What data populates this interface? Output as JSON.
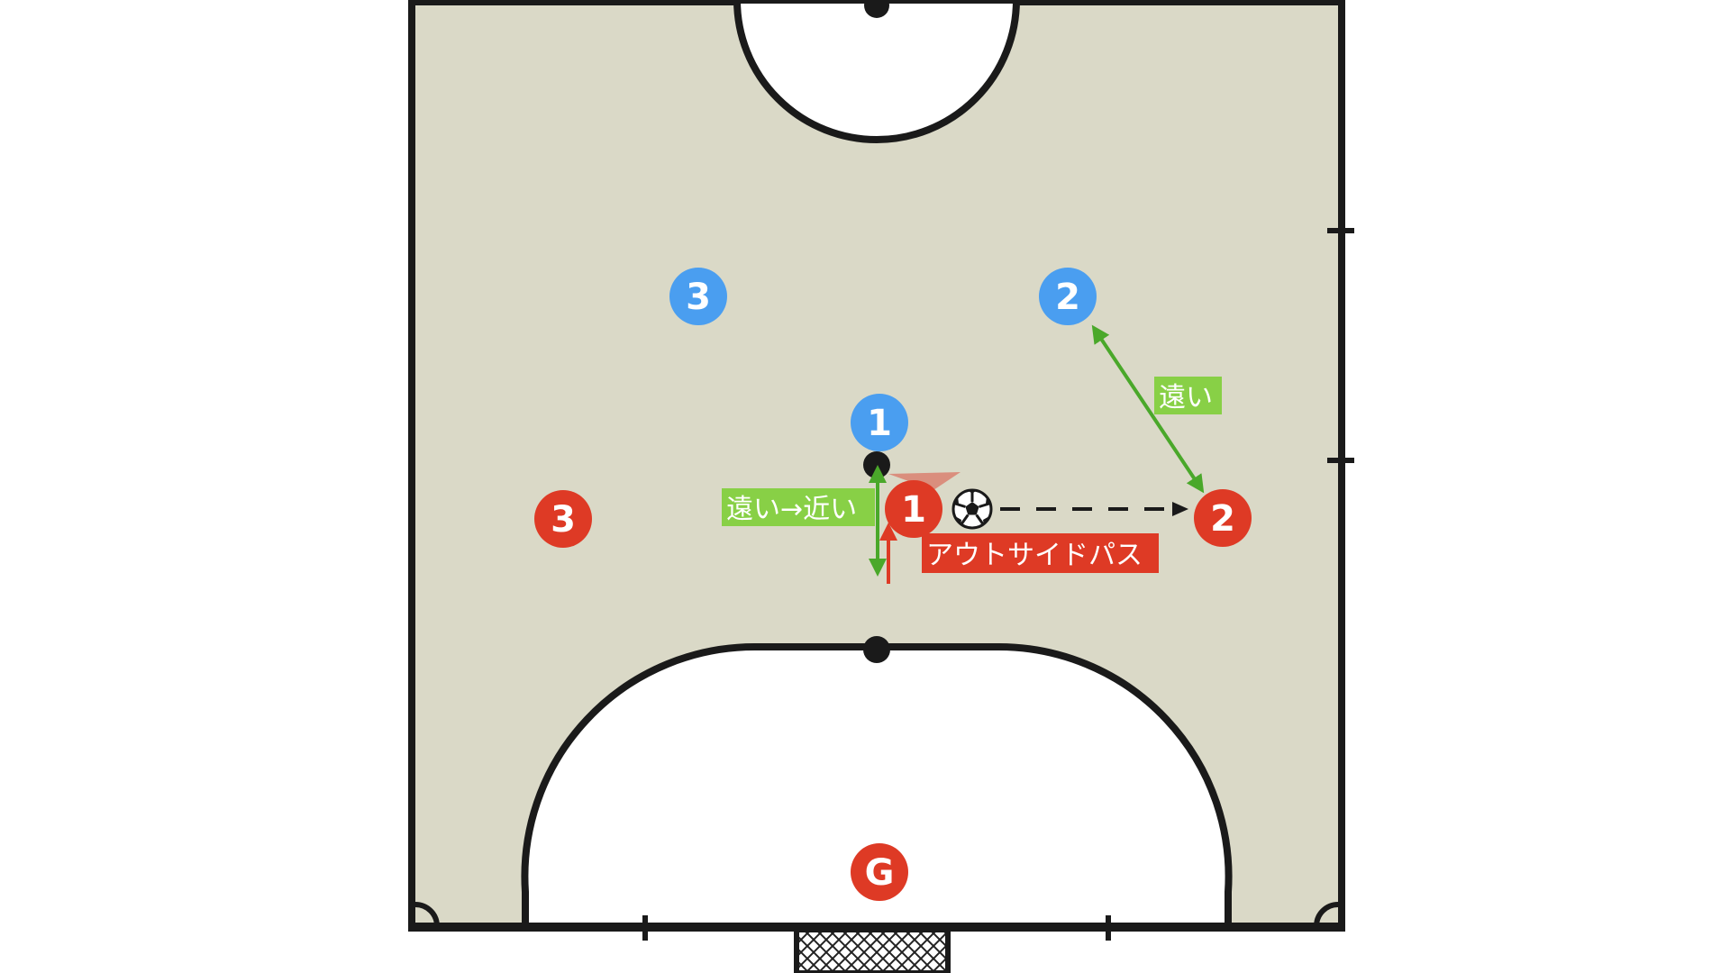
{
  "players": {
    "blue": [
      {
        "id": "blue-1",
        "number": "1",
        "color": "#4a9ef0"
      },
      {
        "id": "blue-2",
        "number": "2",
        "color": "#4a9ef0"
      },
      {
        "id": "blue-3",
        "number": "3",
        "color": "#4a9ef0"
      }
    ],
    "red": [
      {
        "id": "red-1",
        "number": "1",
        "color": "#de3a25"
      },
      {
        "id": "red-2",
        "number": "2",
        "color": "#de3a25"
      },
      {
        "id": "red-3",
        "number": "3",
        "color": "#de3a25"
      },
      {
        "id": "red-goalkeeper",
        "number": "G",
        "color": "#de3a25"
      }
    ]
  },
  "labels": {
    "far_to_near": "遠い→近い",
    "far": "遠い",
    "outside_pass": "アウトサイドパス"
  },
  "icons": {
    "ball": "soccer-ball-icon",
    "goal": "goal-net-icon"
  },
  "colors": {
    "court_fill": "#dad9c7",
    "court_line": "#1a1a1a",
    "label_green": "#88d046",
    "arrow_green": "#4aa82a",
    "label_red": "#de3a25"
  }
}
